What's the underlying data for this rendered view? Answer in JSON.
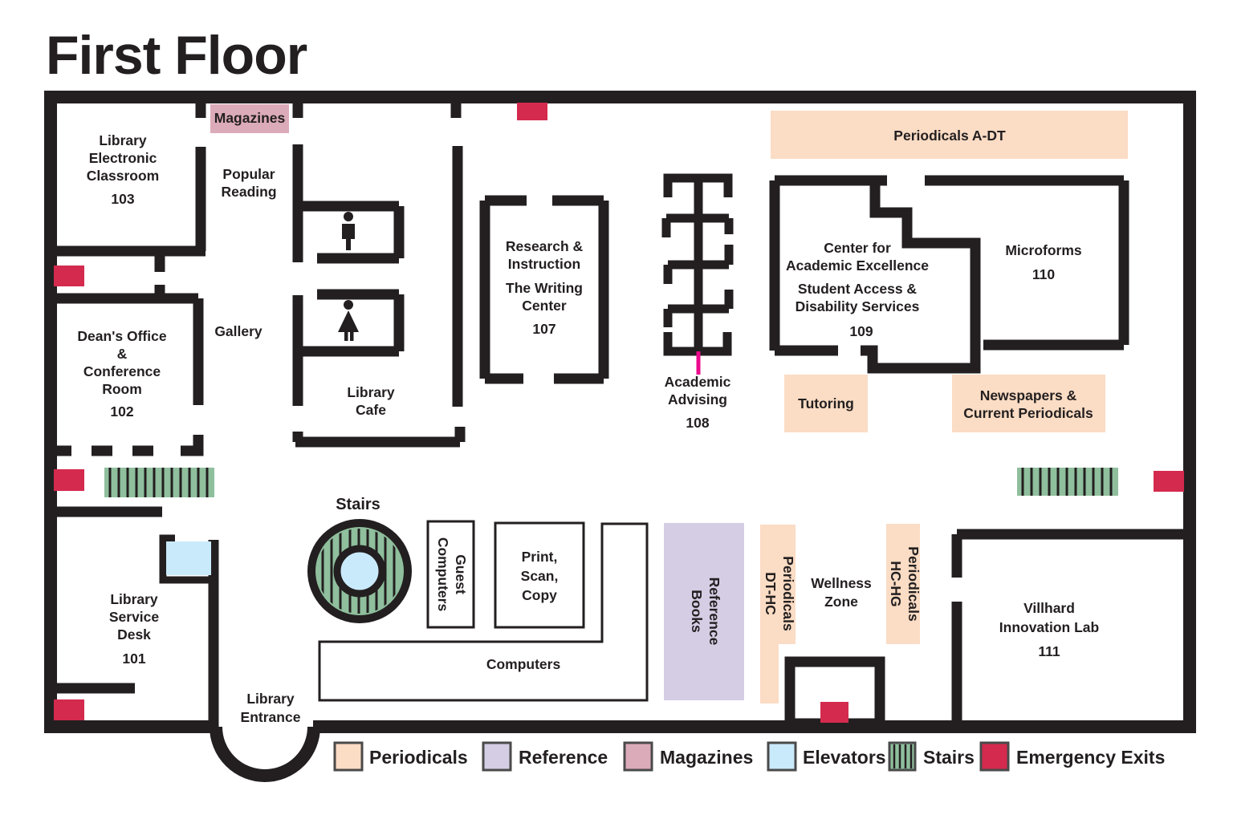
{
  "title": "First Floor",
  "colors": {
    "wall": "#231f20",
    "text": "#231f20",
    "periodicals": "#fbdcc4",
    "reference": "#d5cde4",
    "magazines": "#dcabb9",
    "elevators": "#c9eafb",
    "stairs": "#8fbf9d",
    "emergency": "#d42a4e",
    "door_marker": "#ec098c"
  },
  "rooms": {
    "electronic_classroom": {
      "lines": [
        "Library",
        "Electronic",
        "Classroom"
      ],
      "number": "103"
    },
    "magazines_area": {
      "label": "Magazines"
    },
    "popular_reading": {
      "lines": [
        "Popular",
        "Reading"
      ]
    },
    "deans_office": {
      "lines": [
        "Dean's Office",
        "&",
        "Conference",
        "Room"
      ],
      "number": "102"
    },
    "gallery": {
      "label": "Gallery"
    },
    "library_cafe": {
      "lines": [
        "Library",
        "Cafe"
      ]
    },
    "research_instruction": {
      "lines": [
        "Research &",
        "Instruction"
      ],
      "sublines": [
        "The Writing",
        "Center"
      ],
      "number": "107"
    },
    "academic_advising": {
      "lines": [
        "Academic",
        "Advising"
      ],
      "number": "108"
    },
    "academic_excellence": {
      "lines": [
        "Center for",
        "Academic Excellence"
      ],
      "sublines": [
        "Student Access &",
        "Disability Services"
      ],
      "number": "109"
    },
    "microforms": {
      "label": "Microforms",
      "number": "110"
    },
    "periodicals_a_dt": {
      "label": "Periodicals A-DT"
    },
    "tutoring": {
      "label": "Tutoring"
    },
    "newspapers": {
      "lines": [
        "Newspapers &",
        "Current Periodicals"
      ]
    },
    "stairs_central": {
      "label": "Stairs"
    },
    "service_desk": {
      "lines": [
        "Library",
        "Service",
        "Desk"
      ],
      "number": "101"
    },
    "guest_computers": {
      "lines": [
        "Guest",
        "Computers"
      ]
    },
    "print_scan_copy": {
      "lines": [
        "Print,",
        "Scan,",
        "Copy"
      ]
    },
    "computers": {
      "label": "Computers"
    },
    "reference_books": {
      "lines": [
        "Reference",
        "Books"
      ]
    },
    "periodicals_dt_hc": {
      "lines": [
        "Periodicals",
        "DT-HC"
      ]
    },
    "wellness_zone": {
      "lines": [
        "Wellness",
        "Zone"
      ]
    },
    "periodicals_hc_hg": {
      "lines": [
        "Periodicals",
        "HC-HG"
      ]
    },
    "villhard_lab": {
      "lines": [
        "Villhard",
        "Innovation Lab"
      ],
      "number": "111"
    },
    "library_entrance": {
      "lines": [
        "Library",
        "Entrance"
      ]
    }
  },
  "legend": {
    "periodicals": "Periodicals",
    "reference": "Reference",
    "magazines": "Magazines",
    "elevators": "Elevators",
    "stairs": "Stairs",
    "emergency_exits": "Emergency Exits"
  }
}
